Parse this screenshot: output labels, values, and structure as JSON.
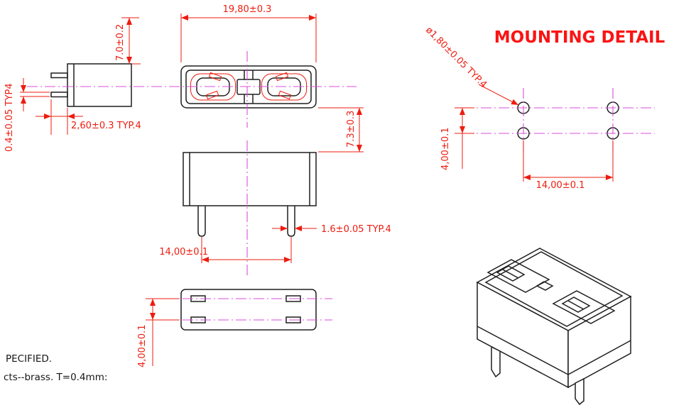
{
  "drawing": {
    "title": "MOUNTING DETAIL",
    "notes": {
      "line1": "PECIFIED.",
      "line2": "cts--brass. T=0.4mm:"
    },
    "dimensions": {
      "top_view_width": "19,80±0.3",
      "side_view_height": "7.0±0.2",
      "pin_pitch_side": "2,60±0.3 TYP.4",
      "pin_thickness": "0.4±0.05 TYP4",
      "body_height": "7.3±0.3",
      "pin_width": "1.6±0.05 TYP.4",
      "pin_spacing": "14,00±0.1",
      "pin_row_spacing": "4,00±0.1",
      "hole_diameter": "ø1,80±0.05 TYP.4",
      "hole_row_spacing": "4,00±0.1",
      "hole_spacing": "14,00±0.1"
    },
    "colors": {
      "dimension_red": "#ed1c0f",
      "centerline_magenta": "#d94fd9",
      "outline_black": "#1f1f1f",
      "title_red": "#fa1414"
    }
  }
}
